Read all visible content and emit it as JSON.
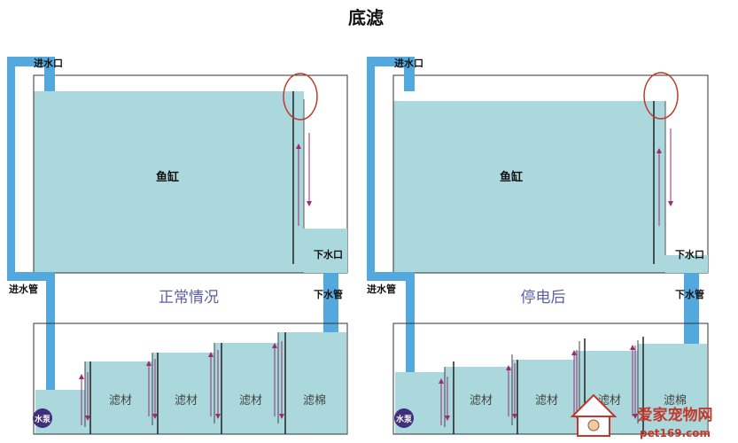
{
  "title": "底滤",
  "colors": {
    "water": "#abd8dc",
    "pipe": "#53a9de",
    "outline": "#333333",
    "arrow": "#9b2b76",
    "circle": "#c0392b",
    "pump": "#3f2f7c",
    "caption": "#5b5fa6",
    "logo": "#c0392b"
  },
  "panels": [
    {
      "tank_label": "鱼缸",
      "inlet_label": "进水口",
      "inlet_pipe_label": "进水管",
      "outlet_label": "下水口",
      "outlet_pipe_label": "下水管",
      "caption": "正常情况",
      "pump_label": "水泵",
      "chambers": [
        "滤材",
        "滤材",
        "滤材",
        "滤棉"
      ]
    },
    {
      "tank_label": "鱼缸",
      "inlet_label": "进水口",
      "inlet_pipe_label": "进水管",
      "outlet_label": "下水口",
      "outlet_pipe_label": "下水管",
      "caption": "停电后",
      "pump_label": "水泵",
      "chambers": [
        "滤材",
        "滤材",
        "滤材",
        "滤棉"
      ]
    }
  ],
  "watermark": {
    "name": "爱家宠物网",
    "url": "pet169.com"
  }
}
